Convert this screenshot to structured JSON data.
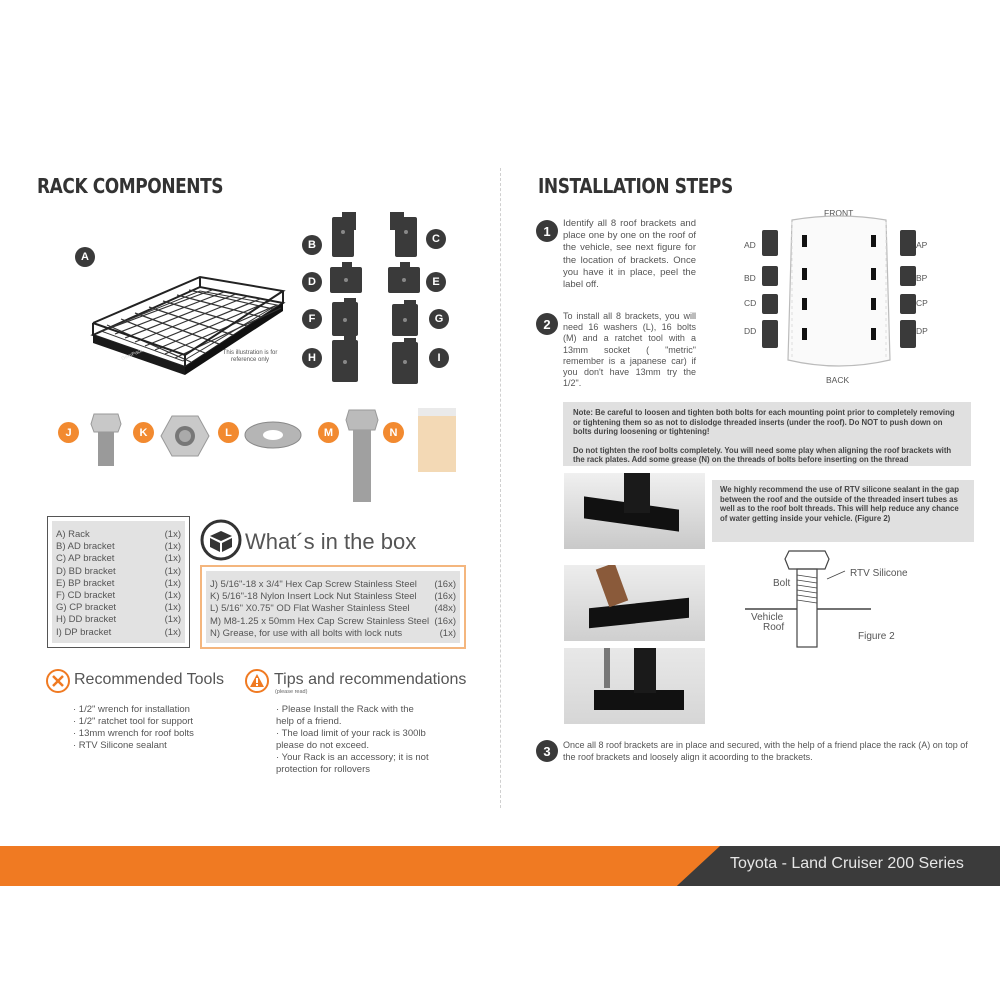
{
  "left": {
    "title": "RACK COMPONENTS",
    "rack_label": "A",
    "rack_brand": "GearPack",
    "illustration_note": "This illustration is for reference only",
    "brackets": [
      "B",
      "C",
      "D",
      "E",
      "F",
      "G",
      "H",
      "I"
    ],
    "hardware": [
      "J",
      "K",
      "L",
      "M",
      "N"
    ],
    "components": [
      {
        "name": "A) Rack",
        "qty": "(1x)"
      },
      {
        "name": "B) AD bracket",
        "qty": "(1x)"
      },
      {
        "name": "C) AP bracket",
        "qty": "(1x)"
      },
      {
        "name": "D) BD bracket",
        "qty": "(1x)"
      },
      {
        "name": "E) BP bracket",
        "qty": "(1x)"
      },
      {
        "name": "F) CD bracket",
        "qty": "(1x)"
      },
      {
        "name": "G) CP bracket",
        "qty": "(1x)"
      },
      {
        "name": "H) DD bracket",
        "qty": "(1x)"
      },
      {
        "name": "I) DP bracket",
        "qty": "(1x)"
      }
    ],
    "box_title": "What´s in the box",
    "box_items": [
      {
        "name": "J) 5/16\"-18 x 3/4\" Hex Cap Screw Stainless Steel",
        "qty": "(16x)"
      },
      {
        "name": "K) 5/16\"-18  Nylon Insert Lock Nut Stainless Steel",
        "qty": "(16x)"
      },
      {
        "name": "L) 5/16\" X0.75\" OD Flat Washer Stainless Steel",
        "qty": "(48x)"
      },
      {
        "name": "M) M8-1.25 x 50mm Hex Cap Screw Stainless Steel",
        "qty": "(16x)"
      },
      {
        "name": "N) Grease, for use with all bolts with lock nuts",
        "qty": "(1x)"
      }
    ],
    "tools_title": "Recommended Tools",
    "tools": [
      "· 1/2\" wrench for installation",
      "· 1/2\" ratchet tool for support",
      "· 13mm wrench for roof bolts",
      "· RTV Silicone sealant"
    ],
    "tips_title": "Tips and recommendations",
    "tips_subtitle": "(please read)",
    "tips": [
      "· Please Install the Rack with the",
      "help of a friend.",
      "· The load limit of your rack is 300lb",
      "please do not exceed.",
      "· Your Rack is an accessory; it is not",
      "protection for rollovers"
    ]
  },
  "right": {
    "title": "INSTALLATION STEPS",
    "step1": "Identify all 8 roof brackets and place one by one on the roof of the vehicle, see next figure for the location of brackets. Once you have it in place, peel the label off.",
    "step2": "To install all 8 brackets, you will need 16 washers (L), 16 bolts (M) and a ratchet tool with a 13mm socket ( \"metric\" remember is a japanese car) if you don't have 13mm try the 1/2\".",
    "step3": "Once all 8 roof brackets are in place and secured, with the help of a friend place the rack (A) on top of the roof brackets and loosely align it acoording to the brackets.",
    "diagram": {
      "front": "FRONT",
      "back": "BACK",
      "left": [
        "AD",
        "BD",
        "CD",
        "DD"
      ],
      "right": [
        "AP",
        "BP",
        "CP",
        "DP"
      ]
    },
    "note1": "Note: Be careful to loosen and tighten both bolts for each mounting point prior to completely removing or tightening them so as not to dislodge threaded inserts (under the roof). Do NOT to push down on bolts during loosening or tightening!",
    "note2": "Do not tighten the roof bolts completely. You will need some play when aligning the roof brackets with the rack plates. Add some grease (N) on the threads of bolts before inserting on the thread",
    "rtv_note": "We highly recommend the use of RTV silicone sealant in the gap between the roof and the outside of the threaded insert tubes as well as to the roof bolt threads. This will help reduce any chance of water getting inside your vehicle. (Figure 2)",
    "fig2": {
      "bolt": "Bolt",
      "rtv": "RTV Silicone",
      "vehicle": "Vehicle",
      "roof": "Roof",
      "caption": "Figure 2"
    }
  },
  "footer": {
    "model": "Toyota - Land Cruiser 200 Series"
  },
  "colors": {
    "accent": "#f07a22",
    "dark": "#3b3b3b"
  }
}
